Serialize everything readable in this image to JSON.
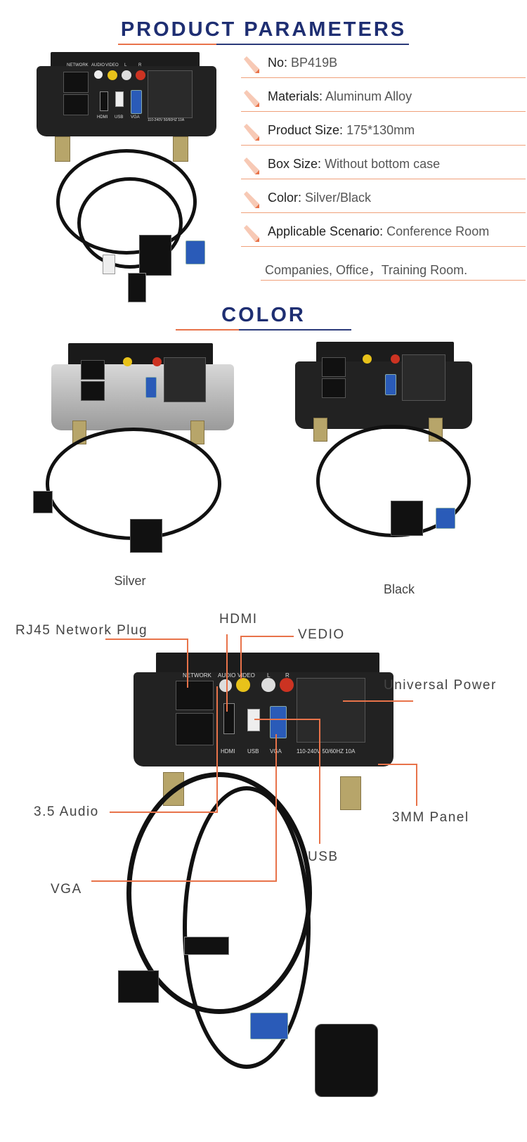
{
  "sections": {
    "parameters_title": "PRODUCT PARAMETERS",
    "color_title": "COLOR"
  },
  "parameters": [
    {
      "label": "No:",
      "value": "BP419B"
    },
    {
      "label": "Materials:",
      "value": "Aluminum Alloy"
    },
    {
      "label": "Product Size:",
      "value": "175*130mm"
    },
    {
      "label": "Box Size:",
      "value": "Without bottom case"
    },
    {
      "label": "Color:",
      "value": "Silver/Black"
    },
    {
      "label": "Applicable Scenario:",
      "value": "Conference Room"
    }
  ],
  "parameters_continued": "Companies, Office，Training Room.",
  "product_labels": {
    "network": "NETWORK",
    "audio": "AUDIO",
    "video": "VIDEO",
    "l": "L",
    "r": "R",
    "hdmi": "HDMI",
    "usb": "USB",
    "vga": "VGA",
    "rating": "110-240V 50/60HZ 10A"
  },
  "colors": {
    "silver": "Silver",
    "black": "Black"
  },
  "callouts": {
    "rj45": "RJ45 Network Plug",
    "hdmi": "HDMI",
    "vedio": "VEDIO",
    "universal_power": "Universal Power",
    "audio": "3.5 Audio",
    "panel": "3MM Panel",
    "usb": "USB",
    "vga": "VGA"
  },
  "theme": {
    "heading": "#1e2e72",
    "accent": "#e8734a"
  }
}
